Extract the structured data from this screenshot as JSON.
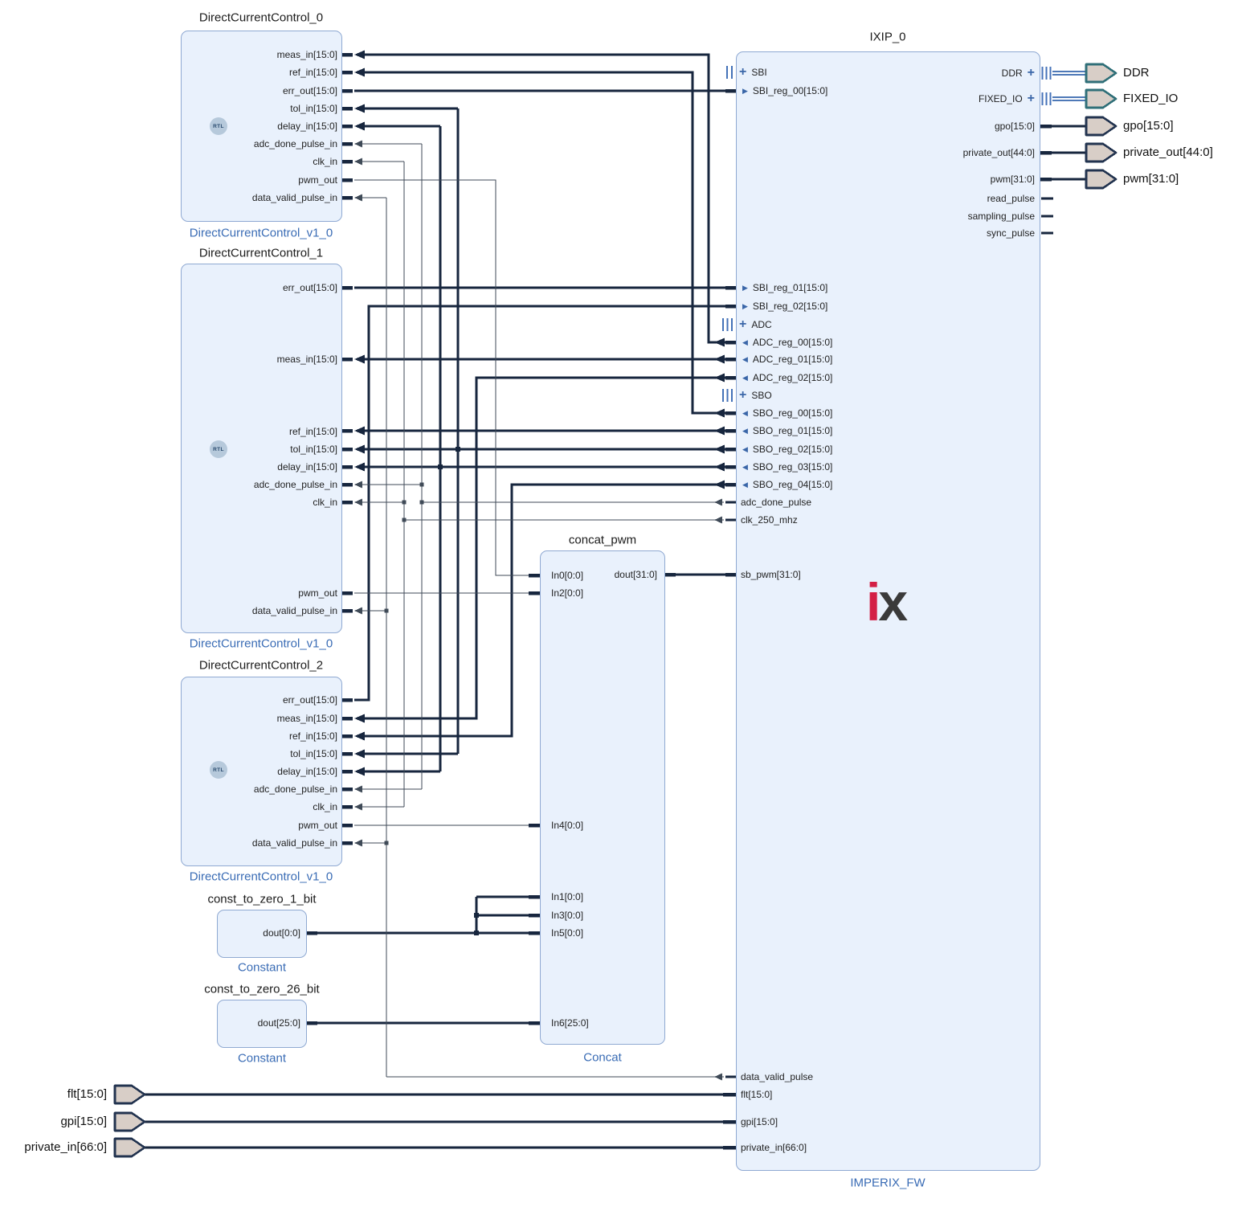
{
  "blocks": {
    "dcc0": {
      "title": "DirectCurrentControl_0",
      "type_label": "DirectCurrentControl_v1_0",
      "badge": "RTL",
      "ports": {
        "meas": "meas_in[15:0]",
        "ref": "ref_in[15:0]",
        "err": "err_out[15:0]",
        "tol": "tol_in[15:0]",
        "delay": "delay_in[15:0]",
        "adc_done": "adc_done_pulse_in",
        "clk": "clk_in",
        "pwm": "pwm_out",
        "dvp": "data_valid_pulse_in"
      }
    },
    "dcc1": {
      "title": "DirectCurrentControl_1",
      "type_label": "DirectCurrentControl_v1_0",
      "badge": "RTL",
      "ports": {
        "err": "err_out[15:0]",
        "meas": "meas_in[15:0]",
        "ref": "ref_in[15:0]",
        "tol": "tol_in[15:0]",
        "delay": "delay_in[15:0]",
        "adc_done": "adc_done_pulse_in",
        "clk": "clk_in",
        "pwm": "pwm_out",
        "dvp": "data_valid_pulse_in"
      }
    },
    "dcc2": {
      "title": "DirectCurrentControl_2",
      "type_label": "DirectCurrentControl_v1_0",
      "badge": "RTL",
      "ports": {
        "err": "err_out[15:0]",
        "meas": "meas_in[15:0]",
        "ref": "ref_in[15:0]",
        "tol": "tol_in[15:0]",
        "delay": "delay_in[15:0]",
        "adc_done": "adc_done_pulse_in",
        "clk": "clk_in",
        "pwm": "pwm_out",
        "dvp": "data_valid_pulse_in"
      }
    },
    "concat": {
      "title": "concat_pwm",
      "type_label": "Concat",
      "ports": {
        "in0": "In0[0:0]",
        "in2": "In2[0:0]",
        "in4": "In4[0:0]",
        "in1": "In1[0:0]",
        "in3": "In3[0:0]",
        "in5": "In5[0:0]",
        "in6": "In6[25:0]",
        "dout": "dout[31:0]"
      }
    },
    "const1": {
      "title": "const_to_zero_1_bit",
      "type_label": "Constant",
      "ports": {
        "dout": "dout[0:0]"
      }
    },
    "const26": {
      "title": "const_to_zero_26_bit",
      "type_label": "Constant",
      "ports": {
        "dout": "dout[25:0]"
      }
    },
    "ixip": {
      "title": "IXIP_0",
      "type_label": "IMPERIX_FW",
      "logo": {
        "i": "i",
        "x": "x"
      },
      "left": {
        "sbi": "SBI",
        "sbi00": "SBI_reg_00[15:0]",
        "sbi01": "SBI_reg_01[15:0]",
        "sbi02": "SBI_reg_02[15:0]",
        "adc": "ADC",
        "adc00": "ADC_reg_00[15:0]",
        "adc01": "ADC_reg_01[15:0]",
        "adc02": "ADC_reg_02[15:0]",
        "sbo": "SBO",
        "sbo00": "SBO_reg_00[15:0]",
        "sbo01": "SBO_reg_01[15:0]",
        "sbo02": "SBO_reg_02[15:0]",
        "sbo03": "SBO_reg_03[15:0]",
        "sbo04": "SBO_reg_04[15:0]",
        "adc_done": "adc_done_pulse",
        "clk250": "clk_250_mhz",
        "sb_pwm": "sb_pwm[31:0]",
        "dvp": "data_valid_pulse",
        "flt": "flt[15:0]",
        "gpi": "gpi[15:0]",
        "private_in": "private_in[66:0]"
      },
      "right": {
        "ddr": "DDR",
        "fixed_io": "FIXED_IO",
        "gpo": "gpo[15:0]",
        "private_out": "private_out[44:0]",
        "pwm": "pwm[31:0]",
        "read_pulse": "read_pulse",
        "sampling_pulse": "sampling_pulse",
        "sync_pulse": "sync_pulse"
      }
    }
  },
  "external_ports": {
    "left": {
      "flt": "flt[15:0]",
      "gpi": "gpi[15:0]",
      "private_in": "private_in[66:0]"
    },
    "right": {
      "ddr": "DDR",
      "fixed_io": "FIXED_IO",
      "gpo": "gpo[15:0]",
      "private_out": "private_out[44:0]",
      "pwm": "pwm[31:0]"
    }
  },
  "colors": {
    "bus_wire": "#17263e",
    "net_wire": "#3f4a57",
    "interface_wire": "#4e79b7",
    "block_fill": "#e9f1fc",
    "block_border": "#8fa9d2",
    "type_label": "#3a6cb5",
    "pentagon_fill": "#d8cec7",
    "pentagon_stroke": "#22334f",
    "intf_pentagon_stroke": "#2f6f78",
    "logo_red": "#d31f45",
    "logo_dark": "#3a3a3a"
  }
}
